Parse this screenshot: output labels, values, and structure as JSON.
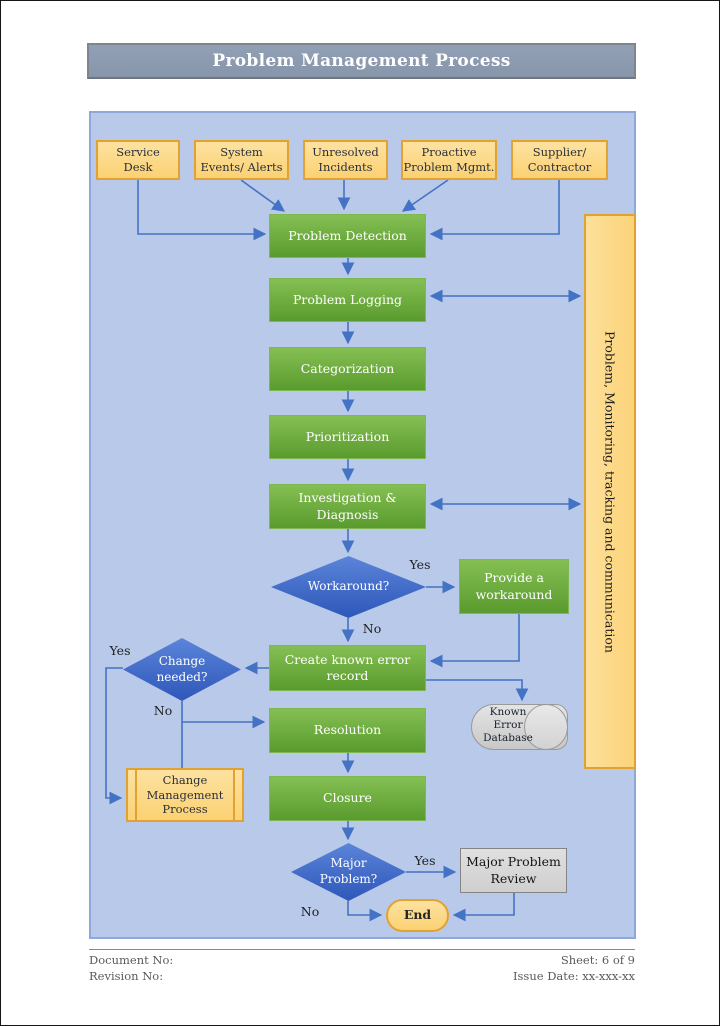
{
  "title": "Problem Management Process",
  "sources": [
    {
      "label": "Service\nDesk"
    },
    {
      "label": "System\nEvents/ Alerts"
    },
    {
      "label": "Unresolved\nIncidents"
    },
    {
      "label": "Proactive\nProblem Mgmt."
    },
    {
      "label": "Supplier/\nContractor"
    }
  ],
  "steps": {
    "problem_detection": "Problem Detection",
    "problem_logging": "Problem Logging",
    "categorization": "Categorization",
    "prioritization": "Prioritization",
    "investigation": "Investigation &\nDiagnosis",
    "provide_workaround": "Provide a\nworkaround",
    "create_known_error": "Create known error\nrecord",
    "resolution": "Resolution",
    "closure": "Closure"
  },
  "decisions": {
    "workaround": "Workaround?",
    "change_needed": "Change\nneeded?",
    "major_problem": "Major\nProblem?"
  },
  "answers": {
    "yes": "Yes",
    "no": "No"
  },
  "special": {
    "change_mgmt": "Change\nManagement\nProcess",
    "known_error_db": "Known\nError\nDatabase",
    "major_problem_review": "Major Problem\nReview",
    "end": "End",
    "sidebar": "Problem, Monitoring, tracking and communication"
  },
  "footer": {
    "document_no": "Document No:",
    "revision_no": "Revision No:",
    "sheet": "Sheet: 6 of 9",
    "issue_date": "Issue Date: xx-xxx-xx"
  },
  "colors": {
    "arrow": "#4472c4",
    "green_box": "#61a232",
    "yellow_box": "#fcd77f",
    "blue_diamond": "#3a63c4",
    "panel": "#b9c9e9",
    "titlebar": "#8b99ae"
  }
}
